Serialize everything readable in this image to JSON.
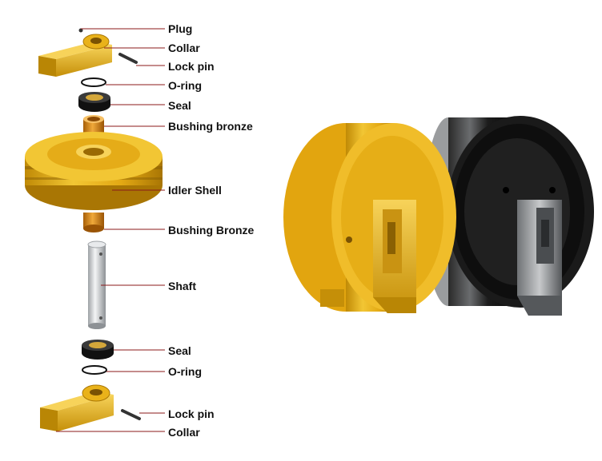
{
  "diagram": {
    "labels": [
      {
        "id": "plug",
        "text": "Plug"
      },
      {
        "id": "collar-top",
        "text": "Collar"
      },
      {
        "id": "lock-pin-top",
        "text": "Lock pin"
      },
      {
        "id": "o-ring-top",
        "text": "O-ring"
      },
      {
        "id": "seal-top",
        "text": "Seal"
      },
      {
        "id": "bushing-bronze-top",
        "text": "Bushing bronze"
      },
      {
        "id": "idler-shell",
        "text": "Idler Shell"
      },
      {
        "id": "bushing-bronze-bottom",
        "text": "Bushing Bronze"
      },
      {
        "id": "shaft",
        "text": "Shaft"
      },
      {
        "id": "seal-bottom",
        "text": "Seal"
      },
      {
        "id": "o-ring-bottom",
        "text": "O-ring"
      },
      {
        "id": "lock-pin-bottom",
        "text": "Lock pin"
      },
      {
        "id": "collar-bottom",
        "text": "Collar"
      }
    ]
  },
  "colors": {
    "yellow": "#e9b21a",
    "yellow_dark": "#b98605",
    "yellow_light": "#f7d35a",
    "bronze": "#d48a1c",
    "black": "#1a1a1a",
    "steel": "#c9cccf",
    "leader": "#8b1a1a"
  }
}
